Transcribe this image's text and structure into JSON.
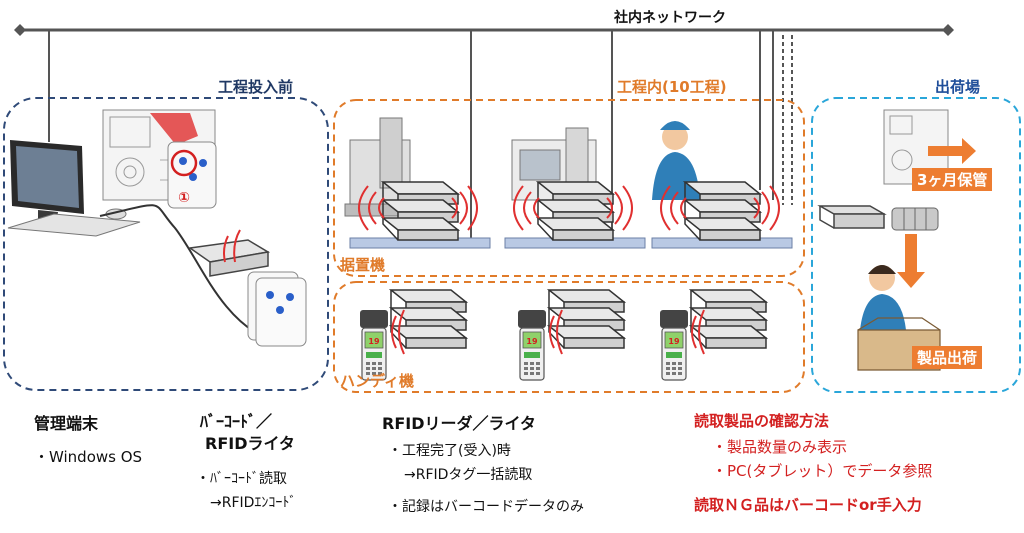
{
  "network": {
    "label": "社内ネットワーク"
  },
  "zones": {
    "pre_process": {
      "title": "工程投入前"
    },
    "in_process": {
      "title": "工程内(10工程)",
      "fixed_label": "据置機",
      "handy_label": "ハンディ機"
    },
    "shipping": {
      "title": "出荷場",
      "storage_label": "3ヶ月保管",
      "ship_label": "製品出荷"
    }
  },
  "marker": {
    "number": "①"
  },
  "terminal_caption": {
    "heading": "管理端末",
    "items": [
      "・Windows OS"
    ]
  },
  "writer_caption": {
    "heading_line1": "ﾊﾞｰｺｰﾄﾞ／",
    "heading_line2": "RFIDライタ",
    "items": [
      "・ﾊﾞｰｺｰﾄﾞ読取",
      "→RFIDｴﾝｺｰﾄﾞ"
    ]
  },
  "reader_caption": {
    "heading": "RFIDリーダ／ライタ",
    "items": [
      "・工程完了(受入)時",
      "→RFIDタグ一括読取",
      "・記録はバーコードデータのみ"
    ]
  },
  "confirm_caption": {
    "heading": "読取製品の確認方法",
    "items": [
      "・製品数量のみ表示",
      "・PC(タブレット）でデータ参照"
    ],
    "ng_note": "読取ＮＧ品はバーコードor手入力"
  },
  "handy_screen": {
    "value": "19"
  },
  "colors": {
    "network": "#555555",
    "zone_dark": "#2f4a78",
    "zone_orange": "#e07b2a",
    "zone_blue": "#2aa6d9",
    "waves": "#e03030",
    "arrow": "#ed7d31"
  }
}
